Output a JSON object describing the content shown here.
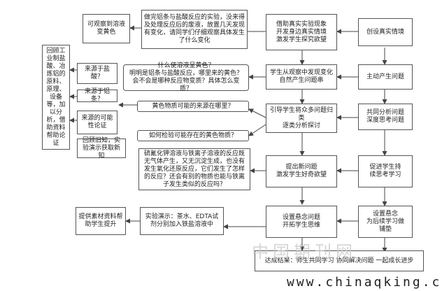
{
  "right_col": [
    "创设真实情境",
    "主动产生问题",
    "共同分析问题\n深度思考问题",
    "促进学生持\n续思考学习",
    "设置悬念\n为后续学习做\n铺垫"
  ],
  "center_col": [
    "借助真实实验现象\n开发身边真实情境\n激发学生探究欲望",
    "学生从观察中发现变化\n自然产生问题串",
    "引导学生将众多问题归类\n逐类分析探讨",
    "提出新问题\n激发学生好奇欲望",
    "设置悬念问题\n开拓学生思维"
  ],
  "desc": {
    "experiment": "做完铝条与盐酸反应的实验，没来得及处理反应后的废液，放置几天发现有变化，请同学们仔细观察具体发生了什么变化",
    "questions": "什么使溶液呈黄色？\n明明是铝条与盐酸反应，哪里来的黄色？\n会不会是哪种反应物变质？具体怎么变质？",
    "yellow_source": "黄色物质可能的来源在哪里？",
    "how_verify": "如何检验可能存在的黄色物质？",
    "new_question": "硫氰化钾溶液与铁离子溶液的反应既无气体产生，又无沉淀生成，也没有发生氧化还原反应，它们发生了怎样的反应？还会有别的物质也能与铁离子发生类似的反应吗？",
    "demo": "实验演示：茶水、EDTA试剂分别加入铁盐溶液中"
  },
  "left": {
    "observe": "可观察到溶液变黄色",
    "review_main": "回顾工业制盐酸、冶炼铝的原料、原理、设备等，加以分析，借助资料帮助论证",
    "src_hcl": "来源于盐酸？",
    "src_al": "来源于铝条？",
    "other_src": "来源的可能性论证",
    "review_exp": "回顾旧知，实验演示获取新知",
    "materials": "提供素材资料帮助学生提升"
  },
  "bottom": "达成结果：师生共同学习 协同解决问题 一起成长进步",
  "watermark": {
    "cn": "中国期刊网",
    "url": "www.chinaqking.com"
  }
}
